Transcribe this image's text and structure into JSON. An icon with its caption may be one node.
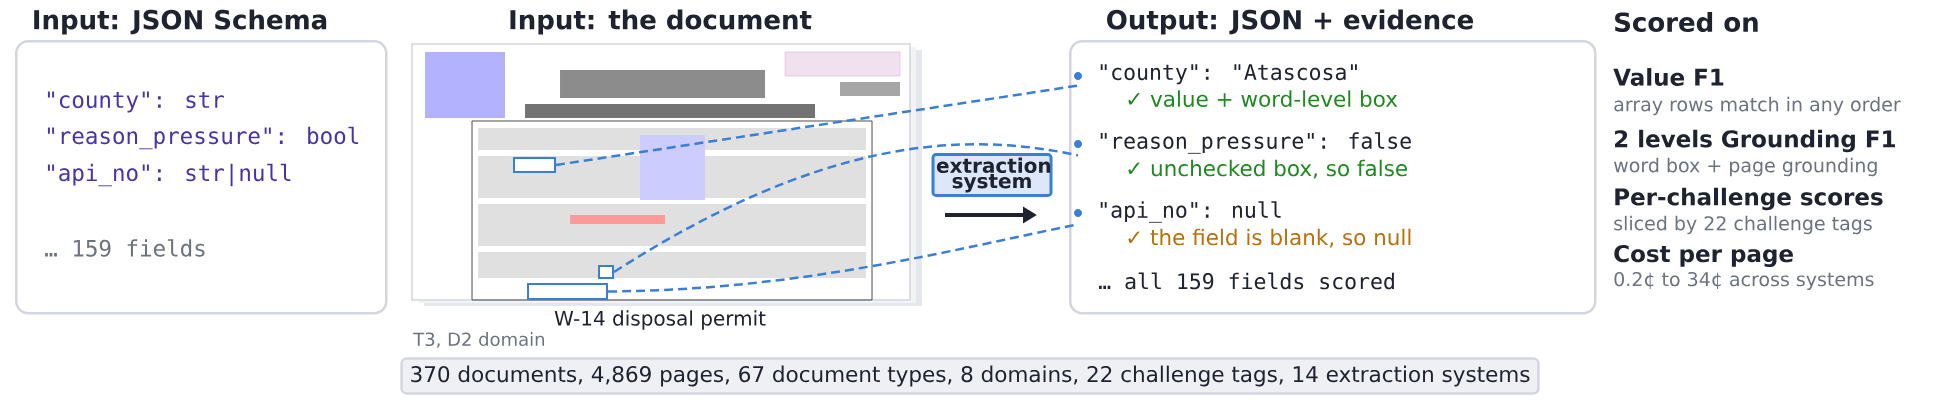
{
  "diagram": {
    "nodes": [
      {
        "text": [
          "Input: JSON Schema",
          "\"county\": str",
          "\"reason_pressure\": bool",
          "\"api_no\": str|null",
          "… 159 fields"
        ]
      },
      {
        "text": [
          "Input: the document"
        ],
        "beside": [
          "W-14 disposal permit",
          "T3, D2 domain"
        ]
      },
      {
        "text": [],
        "shape": "box",
        "in": 1
      },
      {
        "text": [],
        "shape": "box",
        "in": 1
      },
      {
        "text": [],
        "shape": "box",
        "in": 1
      },
      {
        "text": [
          "extraction system"
        ]
      },
      {
        "text": [
          "Output: JSON + evidence",
          "… all 159 fields scored"
        ]
      },
      {
        "text": [
          "\"county\": \"Atascosa\"",
          "✓ value + word-level box"
        ],
        "in": 6
      },
      {
        "text": [
          "\"reason_pressure\": false",
          "✓ unchecked box, so false"
        ],
        "in": 6
      },
      {
        "text": [
          "\"api_no\": null",
          "✓ the field is blank, so null"
        ],
        "in": 6
      },
      {
        "text": [
          "370 documents, 4,869 pages, 67 document types, 8 domains, 22 challenge tags, 14 extraction systems"
        ]
      }
    ],
    "edges": [
      {
        "from": 2,
        "to": 7,
        "arrow": "none",
        "style": "dashed"
      },
      {
        "from": 3,
        "to": 8,
        "arrow": "none",
        "style": "dashed"
      },
      {
        "from": 4,
        "to": 9,
        "arrow": "none",
        "style": "dashed"
      }
    ],
    "labels": [
      "Scored on",
      "Value F1",
      "array rows match in any order",
      "2 levels Grounding F1",
      "word box + page grounding",
      "Per-challenge scores",
      "sliced by 22 challenge tags",
      "Cost per page",
      "0.2¢ to 34¢ across systems"
    ]
  }
}
